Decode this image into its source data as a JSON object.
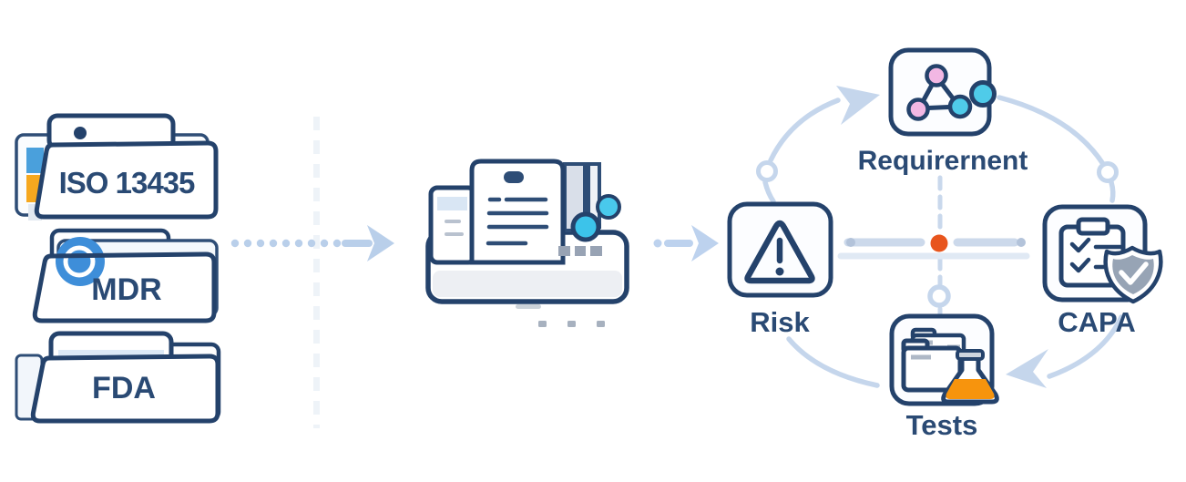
{
  "diagram_title": "regulatory-documents-to-traceability-cycle",
  "sources": {
    "folders": [
      {
        "id": "iso",
        "label": "ISO 13435",
        "icon": "folder-icon"
      },
      {
        "id": "mdr",
        "label": "MDR",
        "icon": "folder-icon"
      },
      {
        "id": "fda",
        "label": "FDA",
        "icon": "folder-icon"
      }
    ]
  },
  "processor": {
    "icon": "document-scanner-icon"
  },
  "flow": {
    "arrow1": "dotted-arrow-right",
    "arrow2": "dotted-arrow-right"
  },
  "cycle": {
    "nodes": [
      {
        "id": "requirement",
        "label": "Requirernent",
        "icon": "network-graph-icon",
        "position": "top"
      },
      {
        "id": "capa",
        "label": "CAPA",
        "icon": "clipboard-shield-icon",
        "position": "right"
      },
      {
        "id": "tests",
        "label": "Tests",
        "icon": "folders-flask-icon",
        "position": "bottom"
      },
      {
        "id": "risk",
        "label": "Risk",
        "icon": "warning-triangle-icon",
        "position": "left"
      }
    ],
    "center_marker": "orange-dot",
    "direction": "clockwise"
  },
  "colors": {
    "outline_navy": "#24426b",
    "label_navy": "#2a4a74",
    "arc_blue": "#c5d6ec",
    "arrow_blue": "#b9cfea",
    "cyan": "#45c6ea",
    "pink": "#f2b7e3",
    "orange_marker": "#e8551d",
    "flask_orange": "#f7940d",
    "folder_blue": "#3e8ed9",
    "amber_tab": "#f6a81f",
    "shield_gray": "#97a4b5"
  }
}
